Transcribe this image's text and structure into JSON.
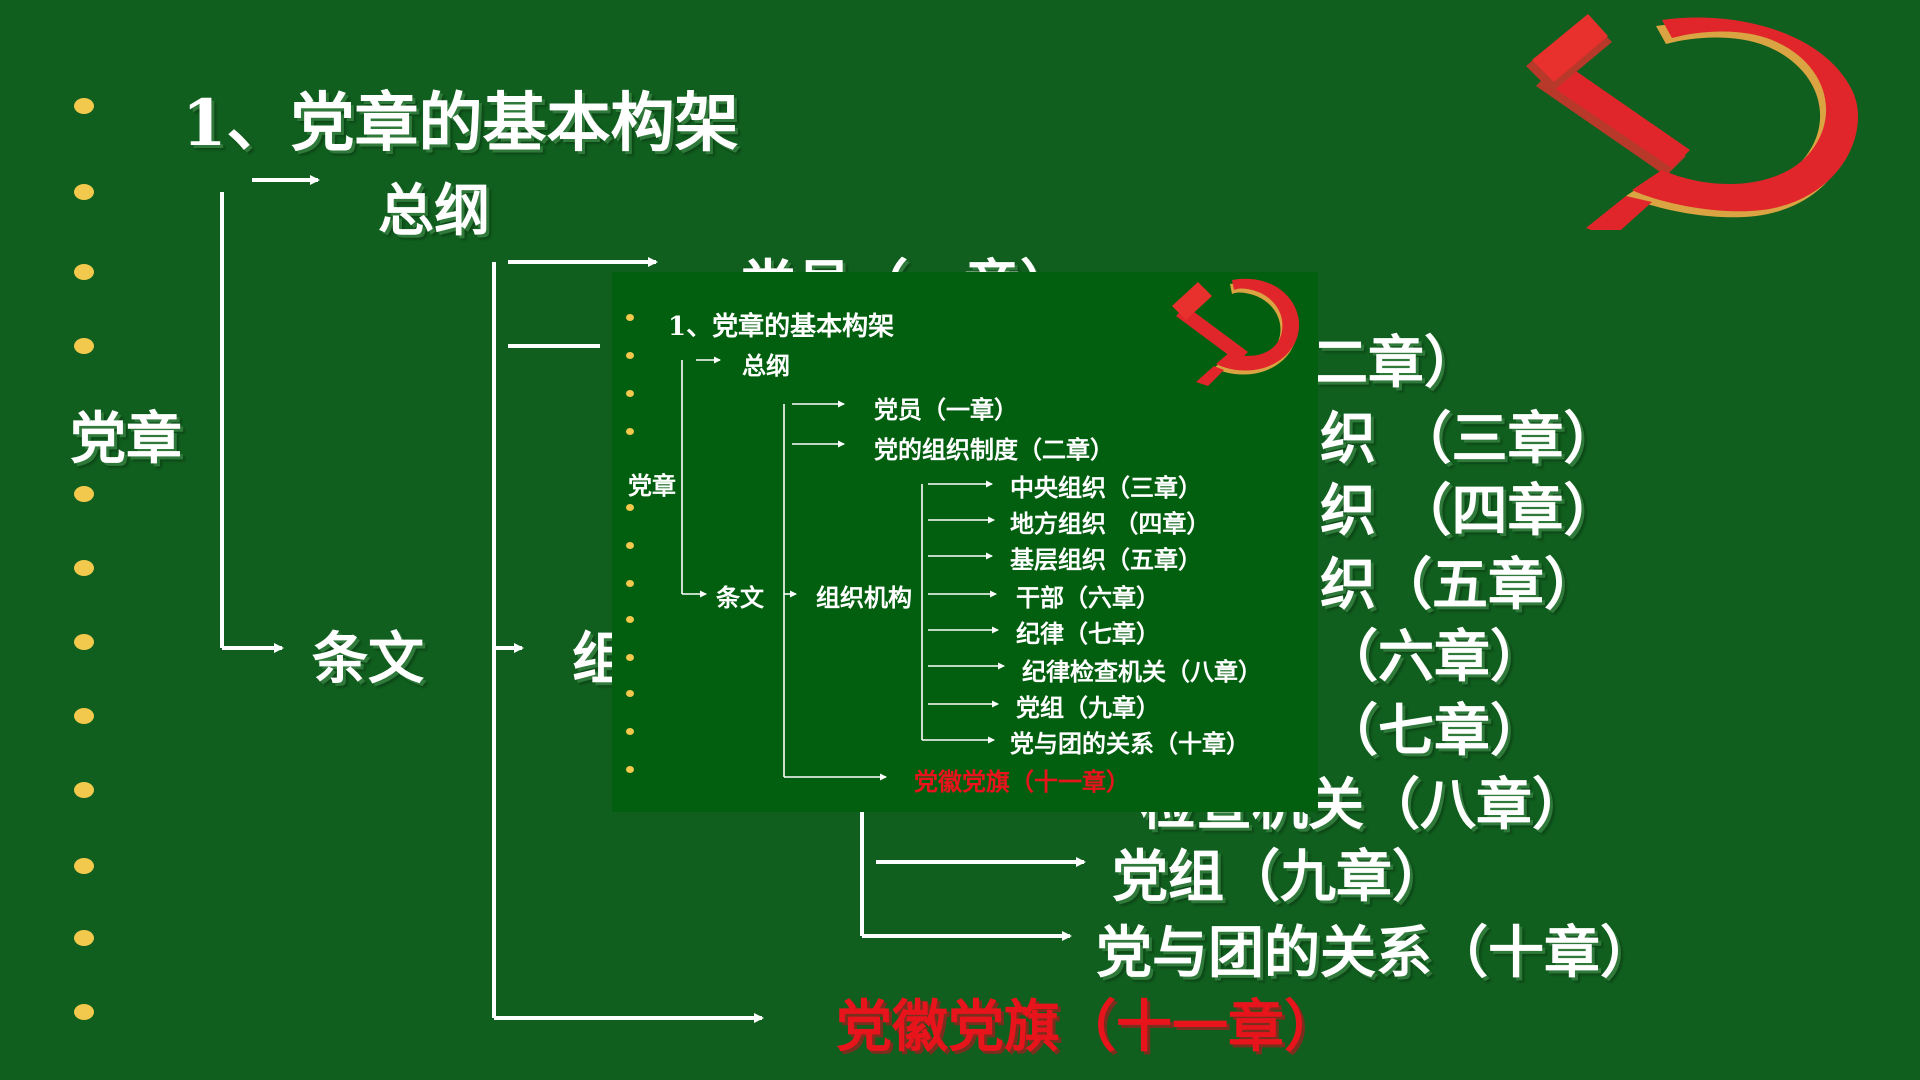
{
  "slide": {
    "title": "1、党章的基本构架",
    "root": "党章",
    "general": "总纲",
    "articles": "条文",
    "org": "组织机构",
    "members": "党员（一章）",
    "system": "党的组织制度（二章）",
    "central": "中央组织（三章）",
    "local": "地方组织 （四章）",
    "grassroots": "基层组织（五章）",
    "cadres": "干部（六章）",
    "discipline": "纪律（七章）",
    "inspection": "纪律检查机关（八章）",
    "groups": "党组（九章）",
    "league": "党与团的关系（十章）",
    "emblem_flag": "党徽党旗（十一章）"
  },
  "background_fragments": {
    "members": "党员（一章）",
    "system_tail": "二章）",
    "central_tail": "织 （三章）",
    "local_tail": "织 （四章）",
    "grassroots_tail": "织（五章）",
    "cadres_tail": "（六章）",
    "discipline_tail": "（七章）",
    "inspection_tail": "检查机关（八章）",
    "org_head": "组"
  },
  "colors": {
    "background": "#105f1e",
    "inset_background": "#035f10",
    "text": "#ffffff",
    "highlight": "#e8141c",
    "bullet": "#f2c94c",
    "emblem_red": "#e0262a",
    "emblem_gold": "#d9a441"
  },
  "icons": [
    "hammer-sickle-emblem-icon"
  ]
}
